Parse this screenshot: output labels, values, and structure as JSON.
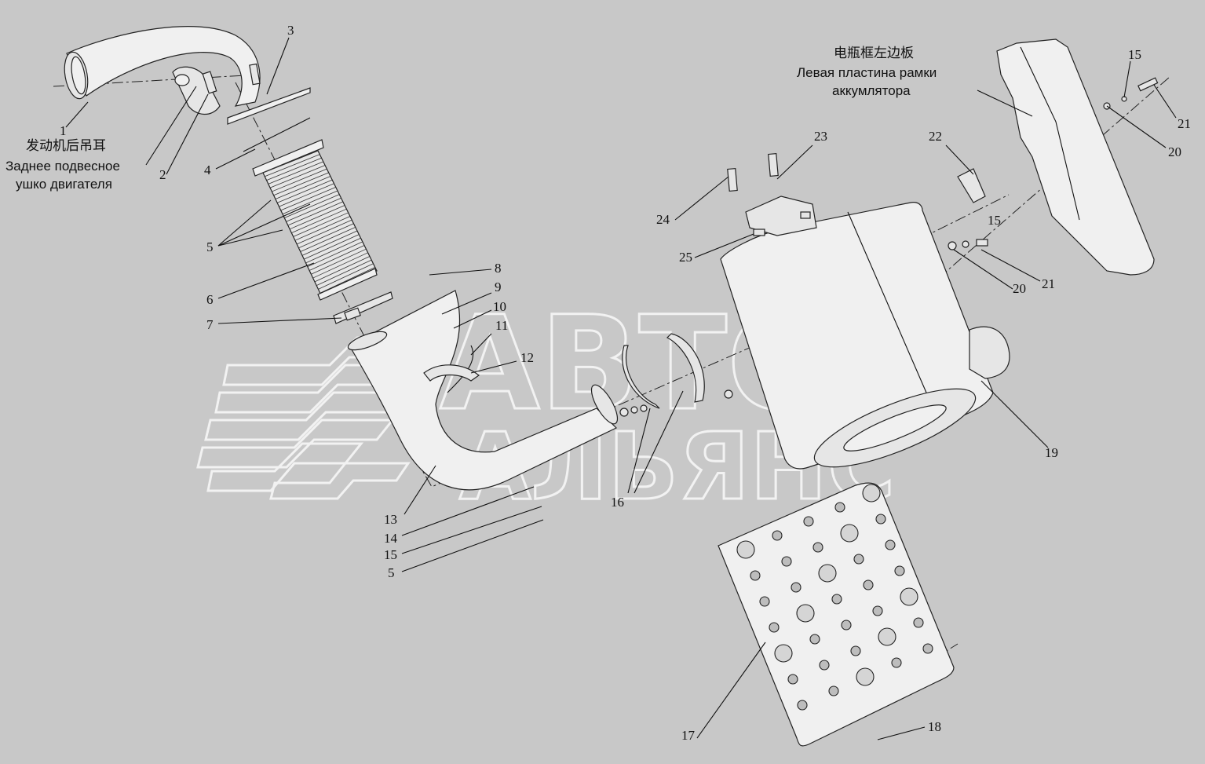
{
  "watermark": {
    "line1": "АВТО",
    "line2": "АЛЬЯНС"
  },
  "notes": {
    "engine_ear_cn": "发动机后吊耳",
    "engine_ear_ru_1": "Заднее подвесное",
    "engine_ear_ru_2": "ушко двигателя",
    "battery_plate_cn": "电瓶框左边板",
    "battery_plate_ru_1": "Левая пластина рамки",
    "battery_plate_ru_2": "аккумлятора"
  },
  "callouts": [
    {
      "id": "c1",
      "label": "1"
    },
    {
      "id": "c2",
      "label": "2"
    },
    {
      "id": "c3",
      "label": "3"
    },
    {
      "id": "c4",
      "label": "4"
    },
    {
      "id": "c5a",
      "label": "5"
    },
    {
      "id": "c6",
      "label": "6"
    },
    {
      "id": "c7",
      "label": "7"
    },
    {
      "id": "c8",
      "label": "8"
    },
    {
      "id": "c9",
      "label": "9"
    },
    {
      "id": "c10",
      "label": "10"
    },
    {
      "id": "c11",
      "label": "11"
    },
    {
      "id": "c12",
      "label": "12"
    },
    {
      "id": "c13",
      "label": "13"
    },
    {
      "id": "c14",
      "label": "14"
    },
    {
      "id": "c15a",
      "label": "15"
    },
    {
      "id": "c5b",
      "label": "5"
    },
    {
      "id": "c16",
      "label": "16"
    },
    {
      "id": "c17",
      "label": "17"
    },
    {
      "id": "c18",
      "label": "18"
    },
    {
      "id": "c19",
      "label": "19"
    },
    {
      "id": "c20a",
      "label": "20"
    },
    {
      "id": "c21a",
      "label": "21"
    },
    {
      "id": "c15b",
      "label": "15"
    },
    {
      "id": "c22",
      "label": "22"
    },
    {
      "id": "c23",
      "label": "23"
    },
    {
      "id": "c24",
      "label": "24"
    },
    {
      "id": "c25",
      "label": "25"
    },
    {
      "id": "c15c",
      "label": "15"
    },
    {
      "id": "c21b",
      "label": "21"
    },
    {
      "id": "c20b",
      "label": "20"
    }
  ]
}
